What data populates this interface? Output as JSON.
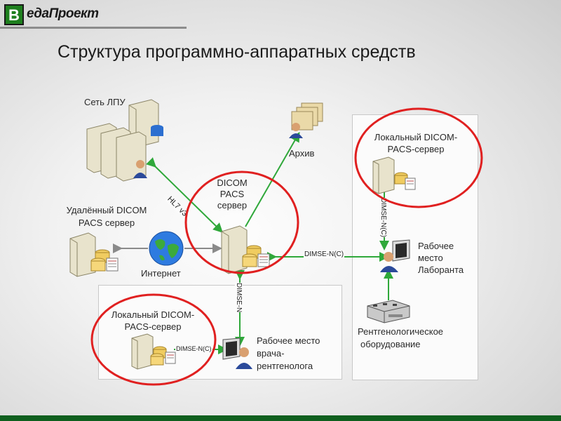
{
  "brand": {
    "letter": "В",
    "name": "едаПроект"
  },
  "title": "Структура программно-аппаратных средств",
  "labels": {
    "set_lpu": "Сеть ЛПУ",
    "archive": "Архив",
    "dicom_pacs": [
      "DICOM",
      "PACS",
      "сервер"
    ],
    "remote_server": [
      "Удалённый DICOM",
      "PACS сервер"
    ],
    "internet": "Интернет",
    "local_server_right": [
      "Локальный DICOM-",
      "PACS-сервер"
    ],
    "local_server_left": [
      "Локальный DICOM-",
      "PACS-сервер"
    ],
    "lab_workstation": [
      "Рабочее",
      "место",
      "Лаборанта"
    ],
    "xray_equipment": [
      "Рентгенологическое",
      "оборудование"
    ],
    "radiologist_workstation": [
      "Рабочее место",
      "врача-",
      "рентгенолога"
    ]
  },
  "connections": {
    "hl7": "HL7 v3",
    "dimse_right_vertical": "DIMSE-N(C)",
    "dimse_horizontal": "DIMSE-N(C)",
    "dimse_center_vertical": "DIMSE-N",
    "dimse_left_small": "DIMSE-N(C)"
  },
  "colors": {
    "accent_green": "#1e7f1e",
    "arrow_green": "#2fa83a",
    "arrow_gray": "#8a8a8a",
    "highlight_red": "#e02020",
    "bottom_bar": "#0f5f1e"
  }
}
